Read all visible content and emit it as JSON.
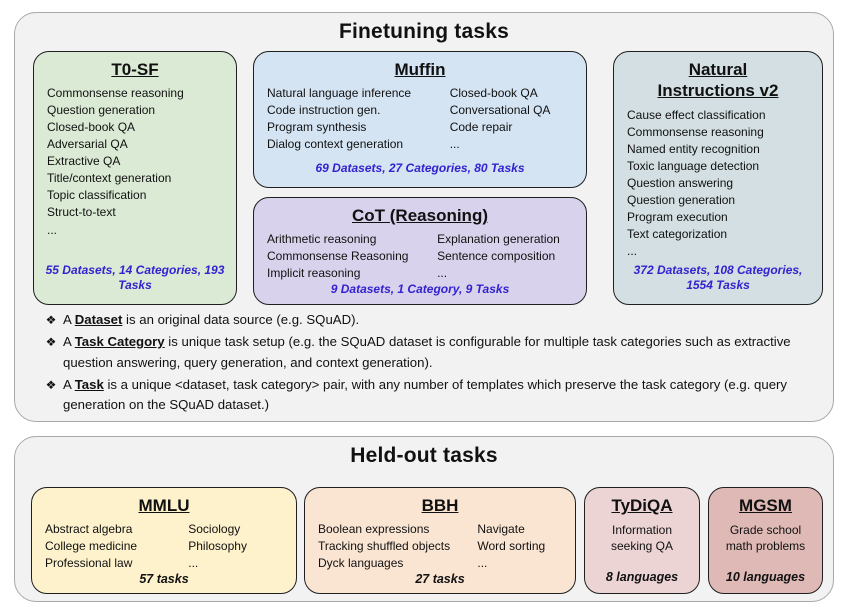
{
  "colors": {
    "panel_bg": "#f2f2f2",
    "stats_blue": "#3222cf",
    "t0sf_bg": "#dbead5",
    "muffin_bg": "#d5e4f3",
    "cot_bg": "#d9d2ec",
    "niv2_bg": "#d3dfe2",
    "mmlu_bg": "#fdf2cc",
    "bbh_bg": "#fae5d3",
    "tydiqa_bg": "#ecd4d5",
    "mgsm_bg": "#deb9b5"
  },
  "bullet_glyph": "❖",
  "finetuning": {
    "title": "Finetuning tasks",
    "boxes": {
      "t0sf": {
        "title": "T0-SF",
        "items": [
          "Commonsense reasoning",
          "Question generation",
          "Closed-book QA",
          "Adversarial QA",
          "Extractive QA",
          "Title/context generation",
          "Topic classification",
          "Struct-to-text",
          "..."
        ],
        "stats": "55 Datasets, 14 Categories, 193 Tasks"
      },
      "muffin": {
        "title": "Muffin",
        "col1": [
          "Natural language inference",
          "Code instruction gen.",
          "Program synthesis",
          "Dialog context generation"
        ],
        "col2": [
          "Closed-book QA",
          "Conversational QA",
          "Code repair",
          "..."
        ],
        "stats": "69 Datasets, 27 Categories, 80 Tasks"
      },
      "cot": {
        "title": "CoT (Reasoning)",
        "col1": [
          "Arithmetic reasoning",
          "Commonsense Reasoning",
          "Implicit reasoning"
        ],
        "col2": [
          "Explanation generation",
          "Sentence composition",
          "..."
        ],
        "stats": "9 Datasets, 1 Category, 9 Tasks"
      },
      "niv2": {
        "title": "Natural Instructions v2",
        "items": [
          "Cause effect classification",
          "Commonsense reasoning",
          "Named entity recognition",
          "Toxic language detection",
          "Question answering",
          "Question generation",
          "Program execution",
          "Text categorization",
          "..."
        ],
        "stats": "372 Datasets, 108 Categories, 1554 Tasks"
      }
    },
    "bullets": [
      {
        "pre": "A ",
        "term": "Dataset",
        "rest": " is an original data source (e.g. SQuAD)."
      },
      {
        "pre": "A ",
        "term": "Task Category",
        "rest": " is unique task setup (e.g. the SQuAD dataset is configurable for multiple task categories such as extractive question answering, query generation, and context generation)."
      },
      {
        "pre": "A ",
        "term": "Task",
        "rest": " is a unique <dataset, task category> pair, with any number of templates which preserve the task category (e.g. query generation on the SQuAD dataset.)"
      }
    ]
  },
  "heldout": {
    "title": "Held-out tasks",
    "boxes": {
      "mmlu": {
        "title": "MMLU",
        "col1": [
          "Abstract algebra",
          "College medicine",
          "Professional law"
        ],
        "col2": [
          "Sociology",
          "Philosophy",
          "..."
        ],
        "stats": "57 tasks"
      },
      "bbh": {
        "title": "BBH",
        "col1": [
          "Boolean expressions",
          "Tracking shuffled objects",
          "Dyck languages"
        ],
        "col2": [
          "Navigate",
          "Word sorting",
          "..."
        ],
        "stats": "27 tasks"
      },
      "tydiqa": {
        "title": "TyDiQA",
        "desc": "Information seeking QA",
        "stats": "8 languages"
      },
      "mgsm": {
        "title": "MGSM",
        "desc": "Grade school math problems",
        "stats": "10 languages"
      }
    }
  }
}
